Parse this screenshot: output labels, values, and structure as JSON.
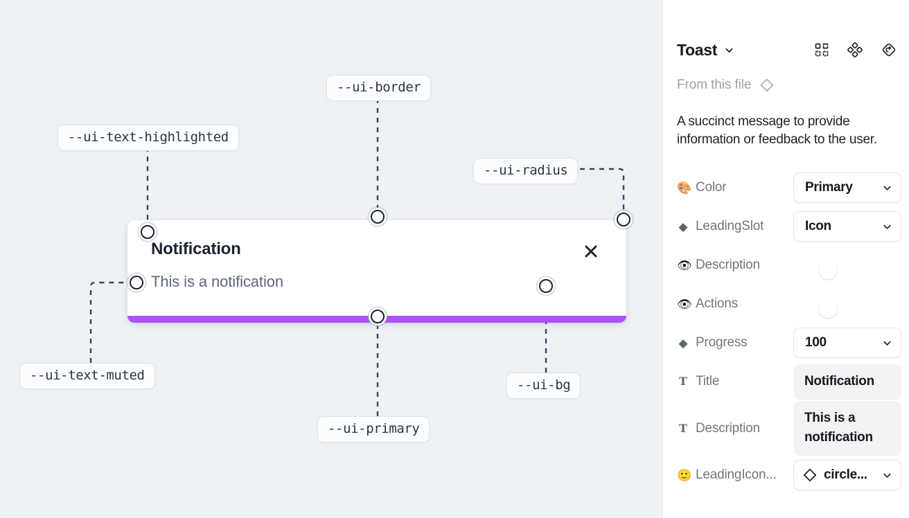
{
  "canvas": {
    "background_color": "#eef1f6",
    "toast": {
      "title": "Notification",
      "description": "This is a notification",
      "close_icon": "close-x-icon",
      "progress_color": "#a855f7",
      "background_color": "#ffffff"
    },
    "tokens": [
      {
        "name": "--ui-text-highlighted"
      },
      {
        "name": "--ui-border"
      },
      {
        "name": "--ui-radius"
      },
      {
        "name": "--ui-text-muted"
      },
      {
        "name": "--ui-primary"
      },
      {
        "name": "--ui-bg"
      }
    ]
  },
  "panel": {
    "title": "Toast",
    "title_chevron": "chevron-down-icon",
    "header_icons": [
      {
        "name": "component-grid-icon"
      },
      {
        "name": "variants-diamond-dots-icon"
      },
      {
        "name": "reset-instance-icon"
      }
    ],
    "from_file": {
      "label": "From this file",
      "icon": "diamond-outline-icon"
    },
    "description": "A succinct message to provide information or feedback to the user.",
    "properties": [
      {
        "icon": "🎨",
        "icon_name": "palette-icon",
        "label": "Color",
        "control": "select",
        "value": "Primary"
      },
      {
        "icon": "◆",
        "icon_name": "diamond-filled-icon",
        "label": "LeadingSlot",
        "control": "select",
        "value": "Icon"
      },
      {
        "icon": "👁",
        "icon_name": "eye-icon",
        "label": "Description",
        "control": "toggle",
        "value": "on"
      },
      {
        "icon": "👁",
        "icon_name": "eye-icon",
        "label": "Actions",
        "control": "toggle",
        "value": "on"
      },
      {
        "icon": "◆",
        "icon_name": "diamond-filled-icon",
        "label": "Progress",
        "control": "select",
        "value": "100"
      },
      {
        "icon": "T",
        "icon_name": "text-type-icon",
        "label": "Title",
        "control": "text",
        "value": "Notification"
      },
      {
        "icon": "T",
        "icon_name": "text-type-icon",
        "label": "Description",
        "control": "text",
        "value": "This is a notification"
      },
      {
        "icon": "🙂",
        "icon_name": "smiley-icon",
        "label": "LeadingIcon...",
        "control": "select-with-icon",
        "value": "circle...",
        "value_icon": "diamond-outline-icon"
      }
    ],
    "colors": {
      "toggle_on": "#1e9cfa",
      "field_fill": "#f2f3f5"
    }
  }
}
